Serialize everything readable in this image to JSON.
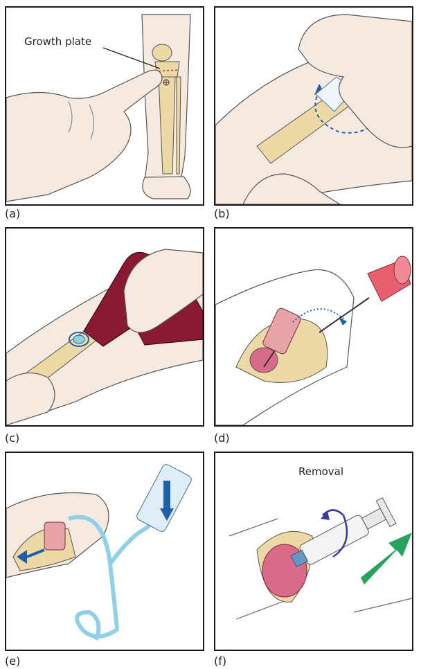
{
  "panels": [
    {
      "caption": "(a)",
      "label": "Growth plate",
      "illustration": "finger-locating-tibia-icon"
    },
    {
      "caption": "(b)",
      "label": "",
      "illustration": "skin-swab-icon"
    },
    {
      "caption": "(c)",
      "label": "",
      "illustration": "drill-device-icon"
    },
    {
      "caption": "(d)",
      "label": "",
      "illustration": "needle-hub-icon"
    },
    {
      "caption": "(e)",
      "label": "",
      "illustration": "syringe-tubing-icon"
    },
    {
      "caption": "(f)",
      "label": "Removal",
      "illustration": "syringe-removal-icon"
    }
  ],
  "colors": {
    "skin": "#f6e9df",
    "bone": "#edd9a6",
    "device": "#8a1a34",
    "hub": "#e8a3a8",
    "arrow_blue": "#1f5fa8",
    "arrow_green": "#27a35c",
    "outline": "#333333"
  }
}
